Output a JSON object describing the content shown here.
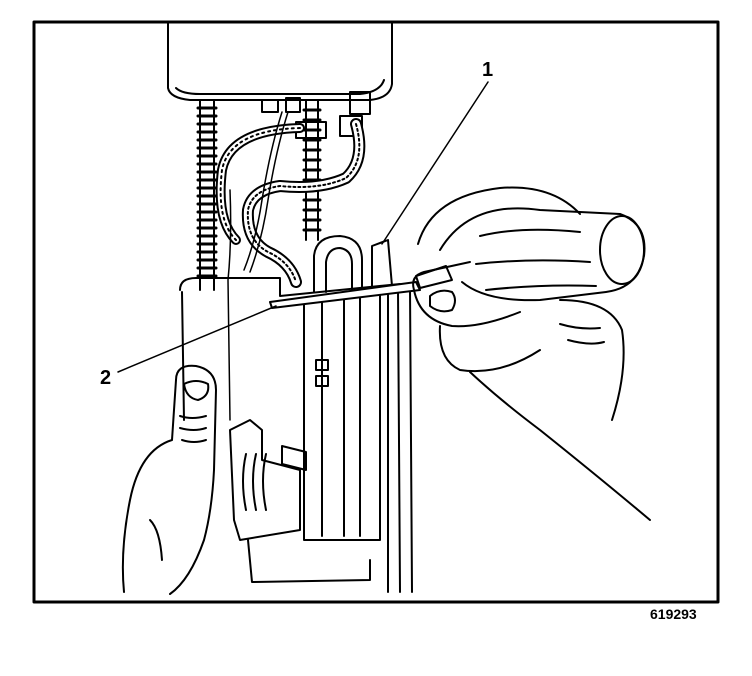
{
  "callouts": {
    "one": "1",
    "two": "2"
  },
  "figure_number": "619293",
  "colors": {
    "ink": "#000000",
    "paper": "#ffffff"
  },
  "icons": [
    "fuel-sender-assembly-illustration",
    "screwdriver-icon",
    "hand-icon"
  ]
}
